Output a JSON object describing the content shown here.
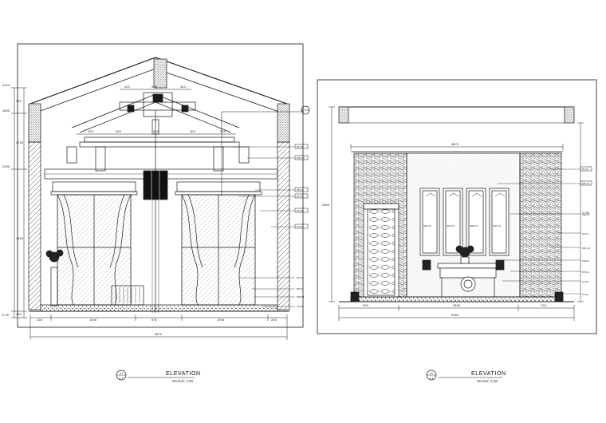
{
  "sheet": {
    "title": "",
    "background": "#ffffff",
    "line_color": "#1a1a1a"
  },
  "elevation_left": {
    "tag": "A1",
    "sheet_ref": "E-1",
    "title": "ELEVATION",
    "scale": "SCALE: 1:30",
    "section_marker": "A",
    "dims": {
      "bottom_overall": "4870",
      "bottom_segments": [
        "200",
        "1500",
        "670",
        "1500",
        "200"
      ],
      "left_levels": [
        "3300",
        "2800",
        "2550",
        "0.00"
      ],
      "left_vertical": [
        "2700",
        "350",
        "1450",
        "100"
      ],
      "top_segments": [
        "420",
        "400",
        "420"
      ],
      "upper_row": [
        "200",
        "400",
        "600",
        "400",
        "200"
      ]
    },
    "callouts": [
      "PT-01",
      "WD-01",
      "FB-01",
      "GL-01",
      "PT-02",
      "CT-01",
      "ST-01",
      "MT-01",
      "WP-01",
      "FL-01"
    ]
  },
  "elevation_right": {
    "tag": "A2",
    "sheet_ref": "E-1",
    "title": "ELEVATION",
    "scale": "SCALE: 1:30",
    "dims": {
      "top_overall": "4870",
      "bottom_overall": "5060",
      "bottom_segments": [
        "900",
        "2800",
        "700"
      ],
      "left_height": "2850",
      "right_height": "2700",
      "panel_labels": [
        "WD-01",
        "WD-02",
        "WD-03",
        "WD-04"
      ]
    },
    "callouts": [
      "PT-01",
      "WP-01",
      "MR-01",
      "ST-01",
      "WD-01",
      "FB-01",
      "MT-01",
      "CT-01",
      "FL-01"
    ]
  }
}
